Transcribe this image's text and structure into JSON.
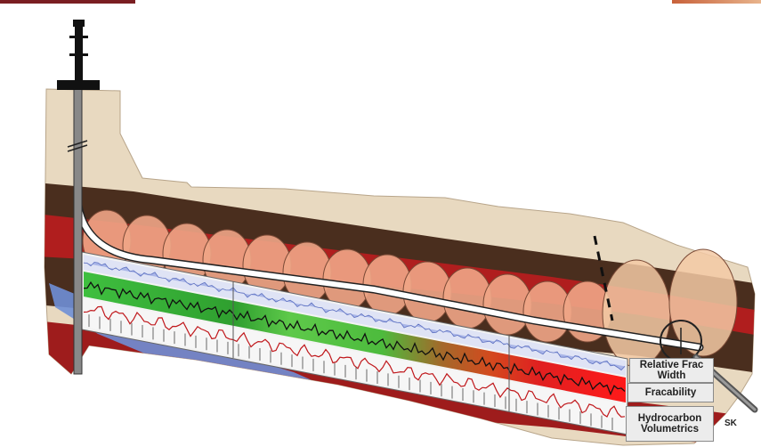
{
  "legend": {
    "relative_frac_width": "Relative Frac Width",
    "fracability": "Fracability",
    "hydrocarbon_volumetrics": "Hydrocarbon Volumetrics"
  },
  "signature": "SK",
  "colors": {
    "sandstone": "#e8d9c0",
    "shale_brown": "#4a2e1e",
    "reservoir_red": "#b01e1e",
    "frac_ellipse": "#f0a586",
    "water_blue": "#6f8fd6",
    "track_green": "#3fbf3f",
    "track_red": "#e02020",
    "track_blue": "#aab6e8",
    "corner_accent": "#7a1e22"
  }
}
